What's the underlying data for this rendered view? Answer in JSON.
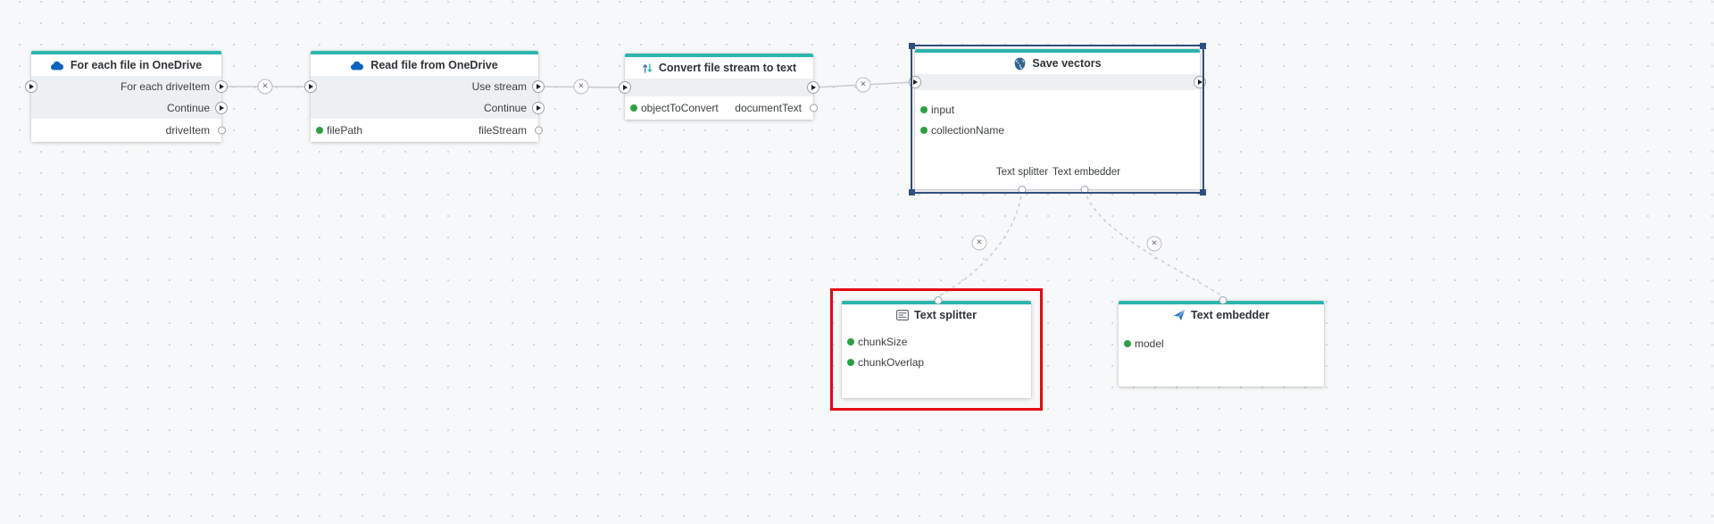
{
  "colors": {
    "accent_teal": "#2cb5ac",
    "selection_blue": "#2f4f7d",
    "highlight_red": "#e30613",
    "port_green": "#2f9e44",
    "onedrive_blue": "#0a64bc",
    "postgres_blue": "#336791",
    "embedder_blue": "#3076d2"
  },
  "icons": {
    "delete_connection": "×"
  },
  "nodes": {
    "foreach": {
      "title": "For each file in OneDrive",
      "flow_rows": [
        "For each driveItem",
        "Continue"
      ],
      "output": "driveItem"
    },
    "readfile": {
      "title": "Read file from OneDrive",
      "flow_rows": [
        "Use stream",
        "Continue"
      ],
      "input": "filePath",
      "output": "fileStream"
    },
    "convert": {
      "title": "Convert file stream to text",
      "input": "objectToConvert",
      "output": "documentText"
    },
    "savevectors": {
      "title": "Save vectors",
      "inputs": [
        "input",
        "collectionName"
      ],
      "slots": [
        "Text splitter",
        "Text embedder"
      ]
    },
    "textsplitter": {
      "title": "Text splitter",
      "inputs": [
        "chunkSize",
        "chunkOverlap"
      ]
    },
    "textembedder": {
      "title": "Text embedder",
      "inputs": [
        "model"
      ]
    }
  }
}
